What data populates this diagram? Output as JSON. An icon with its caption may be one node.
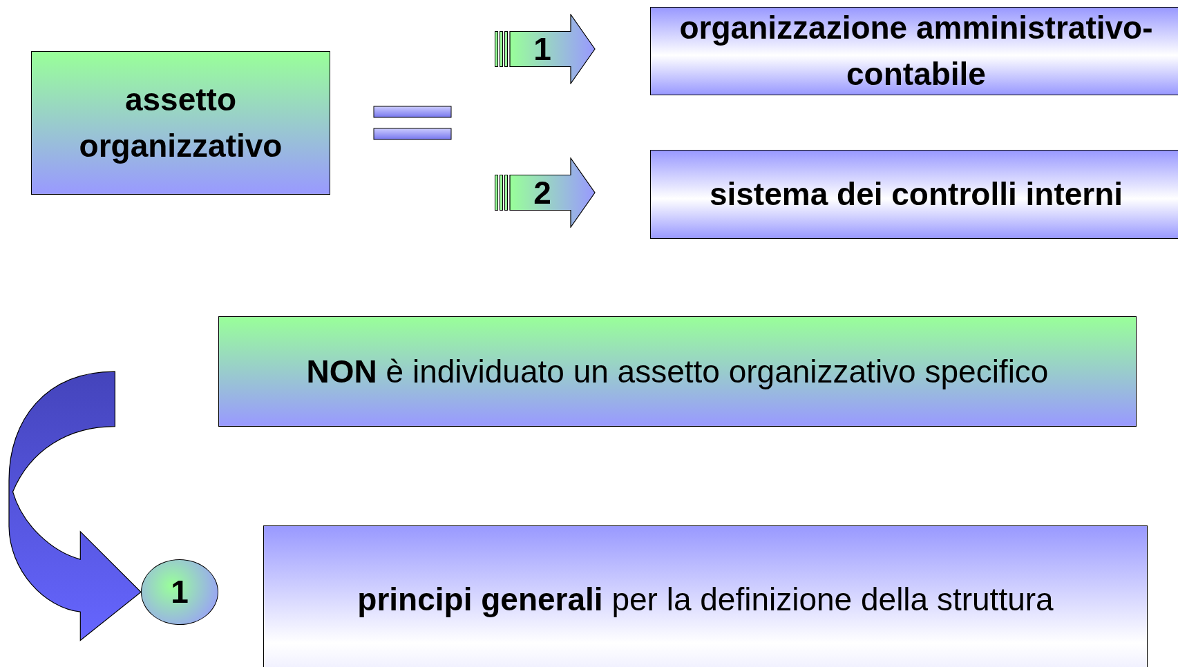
{
  "diagram": {
    "nodes": [
      {
        "text": [
          "assetto organizzativo"
        ]
      },
      {
        "text": [
          "1"
        ]
      },
      {
        "text": [
          "organizzazione amministrativo-contabile"
        ]
      },
      {
        "text": [
          "2"
        ]
      },
      {
        "text": [
          "sistema dei controlli interni"
        ]
      },
      {
        "text": [
          "**NON** è individuato un assetto organizzativo specifico"
        ]
      },
      {
        "text": [
          "1"
        ]
      },
      {
        "text": [
          "**principi generali** per la definizione della struttura"
        ]
      }
    ],
    "edges": [
      {
        "from": null,
        "to": 6,
        "arrow": "to",
        "style": "thick"
      }
    ]
  }
}
